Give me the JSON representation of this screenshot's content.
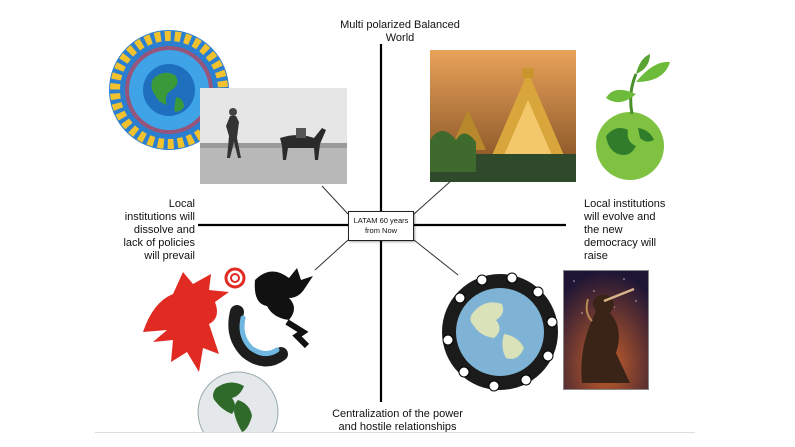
{
  "diagram": {
    "title": "Multi polarized Balanced World",
    "left_label": "Local\ninstitutions will\ndissolve and\nlack of policies\nwill prevail",
    "right_label": "Local institutions\nwill evolve and\nthe new\ndemocracy will\nraise",
    "bottom_label": "Centralization of the power\nand hostile relationships",
    "center_label": "LATAM 60 years\nfrom Now"
  },
  "images": [
    {
      "id": "globe-figures-wheel",
      "icon": "world-globe-with-people-ring"
    },
    {
      "id": "man-with-donkey-photo",
      "icon": "man-walking-donkey"
    },
    {
      "id": "flooded-pyramid-temple",
      "icon": "golden-pyramid-temple"
    },
    {
      "id": "green-earth-sprout",
      "icon": "green-globe-with-leaves"
    },
    {
      "id": "dragon-snake-fight",
      "icon": "red-dragon-and-black-snake"
    },
    {
      "id": "americas-globe",
      "icon": "globe-americas"
    },
    {
      "id": "people-around-earth",
      "icon": "earth-surrounded-by-people"
    },
    {
      "id": "flute-player-night",
      "icon": "native-flute-player"
    }
  ],
  "colors": {
    "axis": "#000000",
    "connector": "#333333"
  }
}
